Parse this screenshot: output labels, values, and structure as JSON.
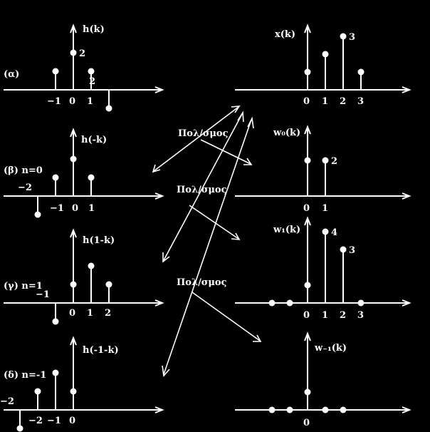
{
  "colors": {
    "background": "#000000",
    "ink": "#ffffff"
  },
  "panels_left": [
    {
      "id": "a",
      "case_label": "(α)",
      "func_label": "h(k)",
      "ticks": [
        "−1",
        "0",
        "1"
      ],
      "samples": [
        {
          "k": -1,
          "value": 1,
          "label": ""
        },
        {
          "k": 0,
          "value": 2,
          "label": "2"
        },
        {
          "k": 1,
          "value": 1,
          "label": ""
        },
        {
          "k": 2,
          "value": -1,
          "label": "2"
        }
      ]
    },
    {
      "id": "b",
      "case_label": "(β) n=0",
      "func_label": "h(-k)",
      "ticks": [
        "−1",
        "0",
        "1"
      ],
      "samples": [
        {
          "k": -2,
          "value": -1,
          "label": "−2"
        },
        {
          "k": -1,
          "value": 1,
          "label": ""
        },
        {
          "k": 0,
          "value": 2,
          "label": ""
        },
        {
          "k": 1,
          "value": 1,
          "label": ""
        }
      ]
    },
    {
      "id": "c",
      "case_label": "(γ) n=1",
      "func_label": "h(1-k)",
      "ticks": [
        "0",
        "1",
        "2"
      ],
      "samples": [
        {
          "k": -1,
          "value": -1,
          "label": "−1"
        },
        {
          "k": 0,
          "value": 1,
          "label": ""
        },
        {
          "k": 1,
          "value": 2,
          "label": ""
        },
        {
          "k": 2,
          "value": 1,
          "label": ""
        }
      ]
    },
    {
      "id": "d",
      "case_label": "(δ) n=-1",
      "func_label": "h(-1-k)",
      "ticks": [
        "−2",
        "−1",
        "0"
      ],
      "samples": [
        {
          "k": -3,
          "value": -1,
          "label": "−2"
        },
        {
          "k": -2,
          "value": 1,
          "label": ""
        },
        {
          "k": -1,
          "value": 2,
          "label": ""
        },
        {
          "k": 0,
          "value": 1,
          "label": ""
        }
      ]
    }
  ],
  "panels_right": [
    {
      "id": "x",
      "func_label": "x(k)",
      "ticks": [
        "0",
        "1",
        "2",
        "3"
      ],
      "samples": [
        {
          "k": 0,
          "value": 1,
          "label": ""
        },
        {
          "k": 1,
          "value": 2,
          "label": ""
        },
        {
          "k": 2,
          "value": 3,
          "label": "3"
        },
        {
          "k": 3,
          "value": 1,
          "label": ""
        }
      ]
    },
    {
      "id": "w0",
      "func_label": "w₀(k)",
      "ticks": [
        "0",
        "1"
      ],
      "samples": [
        {
          "k": 0,
          "value": 2,
          "label": ""
        },
        {
          "k": 1,
          "value": 2,
          "label": "2"
        }
      ]
    },
    {
      "id": "w1",
      "func_label": "w₁(k)",
      "ticks": [
        "0",
        "1",
        "2",
        "3"
      ],
      "samples": [
        {
          "k": -2,
          "value": 0,
          "label": ""
        },
        {
          "k": -1,
          "value": 0,
          "label": ""
        },
        {
          "k": 0,
          "value": 1,
          "label": ""
        },
        {
          "k": 1,
          "value": 4,
          "label": "4"
        },
        {
          "k": 2,
          "value": 3,
          "label": "3"
        },
        {
          "k": 3,
          "value": 0,
          "label": ""
        }
      ]
    },
    {
      "id": "wm1",
      "func_label": "w₋₁(k)",
      "ticks": [
        "0"
      ],
      "samples": [
        {
          "k": -2,
          "value": 0,
          "label": ""
        },
        {
          "k": -1,
          "value": 0,
          "label": ""
        },
        {
          "k": 0,
          "value": 1,
          "label": ""
        },
        {
          "k": 1,
          "value": 0,
          "label": ""
        },
        {
          "k": 2,
          "value": 0,
          "label": ""
        }
      ]
    }
  ],
  "operation_labels": [
    "Πολ/σμος",
    "Πολ/σμος",
    "Πολ/σμος"
  ]
}
